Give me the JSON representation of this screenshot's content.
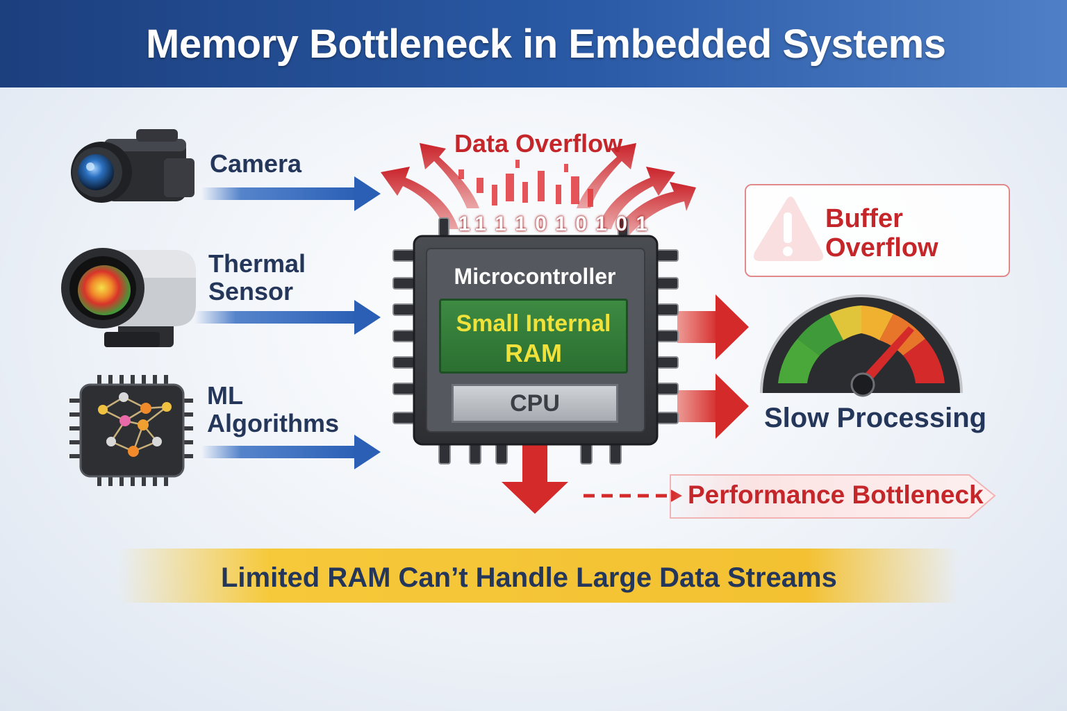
{
  "header": {
    "title": "Memory Bottleneck in Embedded Systems"
  },
  "inputs": [
    {
      "label": "Camera",
      "icon": "video-camera-icon"
    },
    {
      "label_line1": "Thermal",
      "label_line2": "Sensor",
      "icon": "thermal-camera-icon"
    },
    {
      "label_line1": "ML",
      "label_line2": "Algorithms",
      "icon": "neural-chip-icon"
    }
  ],
  "chip": {
    "title": "Microcontroller",
    "ram_line1": "Small Internal",
    "ram_line2": "RAM",
    "cpu": "CPU"
  },
  "overflow": {
    "label": "Data Overflow",
    "bits": "1 1 1 1 0 1 0 1 0 1"
  },
  "warning": {
    "line1": "Buffer",
    "line2": "Overflow",
    "icon": "warning-triangle-icon"
  },
  "gauge": {
    "label": "Slow Processing",
    "icon": "speedometer-icon"
  },
  "bottleneck": {
    "label": "Performance Bottleneck"
  },
  "footer": {
    "banner": "Limited RAM Can’t Handle Large Data Streams"
  },
  "colors": {
    "header": "#2a5aa6",
    "input_arrow": "#2f68c0",
    "alert": "#d42a2a",
    "ram": "#2f7535",
    "ram_text": "#f0e23a",
    "banner": "#f3c132"
  }
}
